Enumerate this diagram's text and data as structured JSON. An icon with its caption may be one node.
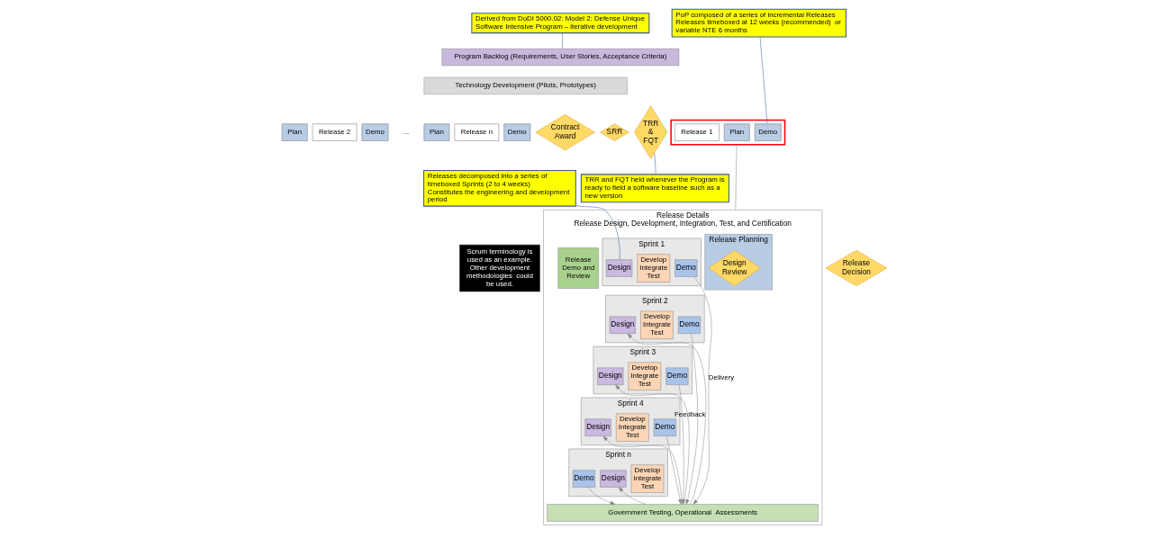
{
  "diagram": {
    "nodes": [
      {
        "text": [
          "Derived from DoDI 5000.02: Model 2: Defense Unique Software Intensive Program – iterative development"
        ]
      },
      {
        "text": [
          "PoP composed of a series of incremental Releases",
          "Releases timeboxed at 12 weeks (recommended)  or variable NTE 6 months"
        ]
      },
      {
        "text": [
          "Program Backlog (Requirements, User Stories, Acceptance Criteria)"
        ]
      },
      {
        "text": [
          "Technology Development (Pilots, Prototypes)"
        ]
      },
      {
        "text": [
          "Contract Award"
        ]
      },
      {
        "text": [
          "SRR"
        ]
      },
      {
        "text": [],
        "shape": "box"
      },
      {
        "text": [
          "Plan"
        ],
        "in": 6
      },
      {
        "text": [
          "Release 1"
        ],
        "in": 6
      },
      {
        "text": [
          "Demo"
        ],
        "in": 6
      },
      {
        "text": [
          "Plan"
        ]
      },
      {
        "text": [
          "Release 2"
        ]
      },
      {
        "text": [
          "Demo"
        ]
      },
      {
        "text": [
          "Plan"
        ]
      },
      {
        "text": [
          "Release n"
        ]
      },
      {
        "text": [
          "Demo"
        ]
      },
      {
        "text": [
          "TRR & FQT"
        ]
      },
      {
        "text": [
          "Releases decomposed into a series of timeboxed Sprints (2 to 4 weeks)",
          "Constitutes the engineering and development  period"
        ]
      },
      {
        "text": [
          "TRR and FQT held whenever the Program is ready to field a software baseline such as a new version"
        ]
      },
      {
        "text": [
          "Scrum terminology is used as an example. Other development methodologies  could be used."
        ]
      },
      {
        "text": [
          "Release Details",
          "Release Design, Development, Integration, Test, and Certification"
        ]
      },
      {
        "text": [
          "Release Planning"
        ],
        "in": 20
      },
      {
        "text": [
          "Design Review"
        ],
        "in": 21
      },
      {
        "text": [
          "Sprint 1"
        ],
        "in": 20
      },
      {
        "text": [
          "Design"
        ],
        "in": 23
      },
      {
        "text": [
          "Develop Integrate Test"
        ],
        "in": 23
      },
      {
        "text": [
          "Demo"
        ],
        "in": 23
      },
      {
        "text": [
          "Sprint 2"
        ],
        "in": 20
      },
      {
        "text": [
          "Design"
        ],
        "in": 27
      },
      {
        "text": [
          "Develop Integrate Test"
        ],
        "in": 27
      },
      {
        "text": [
          "Demo"
        ],
        "in": 27
      },
      {
        "text": [
          "Sprint 3"
        ],
        "in": 20
      },
      {
        "text": [
          "Design"
        ],
        "in": 31
      },
      {
        "text": [
          "Develop Integrate Test"
        ],
        "in": 31
      },
      {
        "text": [
          "Demo"
        ],
        "in": 31
      },
      {
        "text": [
          "Sprint 4"
        ],
        "in": 20
      },
      {
        "text": [
          "Design"
        ],
        "in": 35
      },
      {
        "text": [
          "Develop Integrate Test"
        ],
        "in": 35
      },
      {
        "text": [
          "Demo"
        ],
        "in": 35
      },
      {
        "text": [
          "Sprint n"
        ],
        "in": 20
      },
      {
        "text": [
          "Design"
        ],
        "in": 39
      },
      {
        "text": [
          "Develop Integrate Test"
        ],
        "in": 39
      },
      {
        "text": [
          "Demo"
        ],
        "in": 39
      },
      {
        "text": [
          "Government Testing, Operational  Assessments"
        ],
        "in": 20
      },
      {
        "text": [
          "Release Demo and Review"
        ],
        "in": 20
      },
      {
        "text": [
          "Release Decision"
        ]
      }
    ],
    "edges": [
      {
        "from": 0,
        "to": 2,
        "arrow": "none",
        "color": "#3a5a8c"
      },
      {
        "from": 1,
        "to": 9,
        "arrow": "none",
        "color": "#3a5a8c"
      },
      {
        "from": 6,
        "to": 20,
        "arrow": "none"
      },
      {
        "from": 17,
        "to": 24,
        "arrow": "none",
        "color": "#3a5a8c"
      },
      {
        "from": 18,
        "to": 16,
        "arrow": "none",
        "color": "#3a5a8c"
      },
      {
        "from": 26,
        "to": 43,
        "arrow": "to",
        "label": "Delivery"
      },
      {
        "from": 43,
        "to": 28,
        "arrow": "to",
        "label": "Feedback"
      },
      {
        "from": 30,
        "to": 43,
        "arrow": "to"
      },
      {
        "from": 43,
        "to": 32,
        "arrow": "to"
      },
      {
        "from": 34,
        "to": 43,
        "arrow": "to"
      },
      {
        "from": 43,
        "to": 36,
        "arrow": "to"
      },
      {
        "from": 38,
        "to": 43,
        "arrow": "to"
      },
      {
        "from": 43,
        "to": 40,
        "arrow": "to"
      },
      {
        "from": 42,
        "to": 43,
        "arrow": "to"
      }
    ],
    "labels": [
      "..."
    ]
  }
}
